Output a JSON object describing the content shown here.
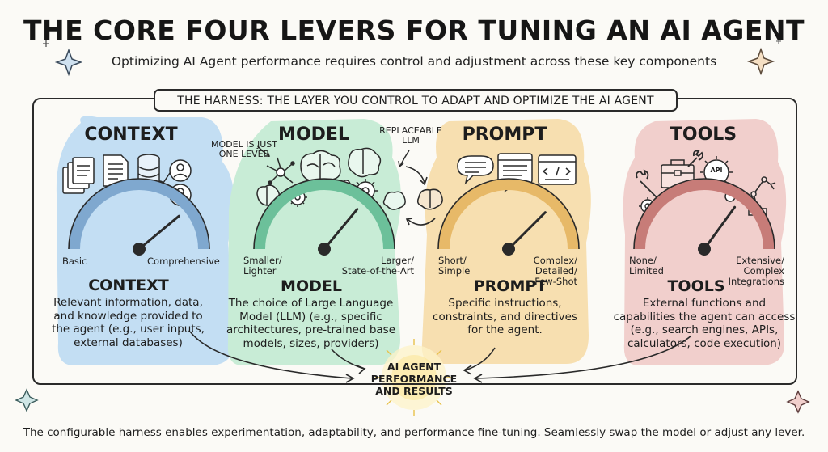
{
  "title": "THE CORE FOUR LEVERS FOR TUNING AN AI AGENT",
  "subtitle": "Optimizing AI Agent performance requires control and adjustment across these key components",
  "harness_label": "THE HARNESS: THE LAYER YOU CONTROL TO ADAPT AND OPTIMIZE THE AI AGENT",
  "levers": [
    {
      "title": "CONTEXT",
      "low": "Basic",
      "high": "Comprehensive",
      "gauge_level": 0.78,
      "subtitle": "CONTEXT",
      "description": [
        "Relevant information, data,",
        "and knowledge provided to",
        "the agent (e.g., user inputs,",
        "external databases)"
      ],
      "color": "#c3def3",
      "icons": [
        "documents-icon",
        "document-icon",
        "database-icon",
        "users-icon"
      ]
    },
    {
      "title": "MODEL",
      "low": [
        "Smaller/",
        "Lighter"
      ],
      "high": [
        "Larger/",
        "State-of-the-Art"
      ],
      "gauge_level": 0.72,
      "subtitle": "MODEL",
      "description": [
        "The choice of Large Language",
        "Model (LLM) (e.g., specific",
        "architectures, pre-trained base",
        "models, sizes, providers)"
      ],
      "color": "#c8ecd6",
      "icons": [
        "neural-network-icon",
        "brain-icon",
        "gear-icon"
      ]
    },
    {
      "title": "PROMPT",
      "low": [
        "Short/",
        "Simple"
      ],
      "high": [
        "Complex/",
        "Detailed/",
        "Few-Shot"
      ],
      "gauge_level": 0.75,
      "subtitle": "PROMPT",
      "description": [
        "Specific instructions,",
        "constraints, and directives",
        "for the agent."
      ],
      "color": "#f7dfb0",
      "icons": [
        "speech-bubble-icon",
        "text-window-icon",
        "code-window-icon"
      ]
    },
    {
      "title": "TOOLS",
      "low": [
        "None/",
        "Limited"
      ],
      "high": [
        "Extensive/",
        "Complex",
        "Integrations"
      ],
      "gauge_level": 0.7,
      "subtitle": "TOOLS",
      "description": [
        "External functions and",
        "capabilities the agent can access",
        "(e.g., search engines, APIs,",
        "calculators, code execution)"
      ],
      "color": "#f1cfcc",
      "icons": [
        "toolbox-icon",
        "api-gear-icon",
        "robot-arm-icon"
      ],
      "api_text": "API"
    }
  ],
  "notes": {
    "model_lever": [
      "MODEL IS JUST",
      "ONE LEVER"
    ],
    "replaceable": [
      "REPLACEABLE",
      "LLM"
    ]
  },
  "outcome": [
    "AI AGENT",
    "PERFORMANCE",
    "AND RESULTS"
  ],
  "footer": "The configurable harness enables experimentation, adaptability, and performance fine-tuning. Seamlessly swap the model or adjust any lever.",
  "colors": {
    "context": "#c3def3",
    "model": "#c8ecd6",
    "prompt": "#f7dfb0",
    "tools": "#f1cfcc",
    "gauge_context": "#7fa8cf",
    "gauge_model": "#6cc09a",
    "gauge_prompt": "#e7b968",
    "gauge_tools": "#c77c78",
    "ink": "#2a2a2a",
    "glow": "#fbe38a"
  }
}
